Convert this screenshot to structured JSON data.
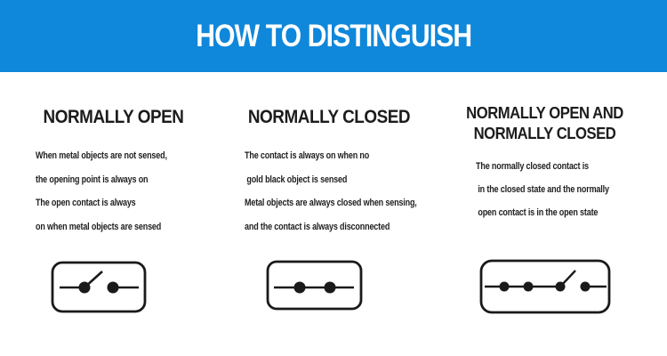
{
  "header": {
    "title": "HOW TO DISTINGUISH"
  },
  "columns": [
    {
      "title": "NORMALLY OPEN",
      "lines": [
        "When metal objects are not sensed,",
        "the opening point is always on",
        "The open contact is always",
        "on when metal objects are sensed"
      ],
      "symbol": "normally-open contact: open switch lever with gap"
    },
    {
      "title": "NORMALLY CLOSED",
      "lines": [
        "The contact is always on when no",
        " gold black object is sensed",
        "Metal objects are always closed when sensing,",
        "and the contact is always disconnected"
      ],
      "symbol": "normally-closed contact: continuous line through two dots"
    },
    {
      "title": "NORMALLY OPEN AND\nNORMALLY CLOSED",
      "lines": [
        "The normally closed contact is",
        " in the closed state and the normally",
        " open contact is in the open state"
      ],
      "symbol": "combined contact: closed pair plus open switch lever"
    }
  ],
  "colors": {
    "banner_blue": "#0f87da",
    "title_white": "#ffffff",
    "text_black": "#1f1f1f",
    "symbol_stroke": "#1a1a1a"
  }
}
